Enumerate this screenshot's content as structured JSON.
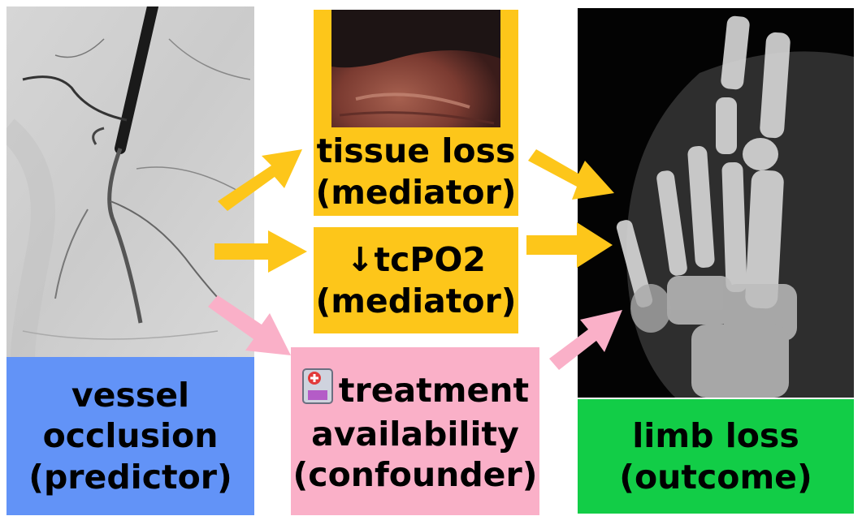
{
  "colors": {
    "predictor": "#6293f7",
    "mediator": "#fdc61a",
    "confounder": "#fab0c8",
    "outcome": "#12cd47",
    "arrow_mediator": "#fdc61a",
    "arrow_confounder": "#fab0c8"
  },
  "nodes": {
    "predictor": {
      "line1": "vessel",
      "line2": "occlusion",
      "line3": "(predictor)"
    },
    "tissue_loss": {
      "line1": "tissue loss",
      "line2": "(mediator)"
    },
    "tcpo2": {
      "line1": "↓tcPO2",
      "line2": "(mediator)"
    },
    "confounder": {
      "icon": "hospital-icon",
      "line1": "treatment",
      "line2": "availability",
      "line3": "(confounder)"
    },
    "outcome": {
      "line1": "limb loss",
      "line2": "(outcome)"
    }
  },
  "images": {
    "angiogram": "angiogram-image",
    "wound_photo": "wound-photo",
    "foot_xray": "foot-xray-image"
  }
}
